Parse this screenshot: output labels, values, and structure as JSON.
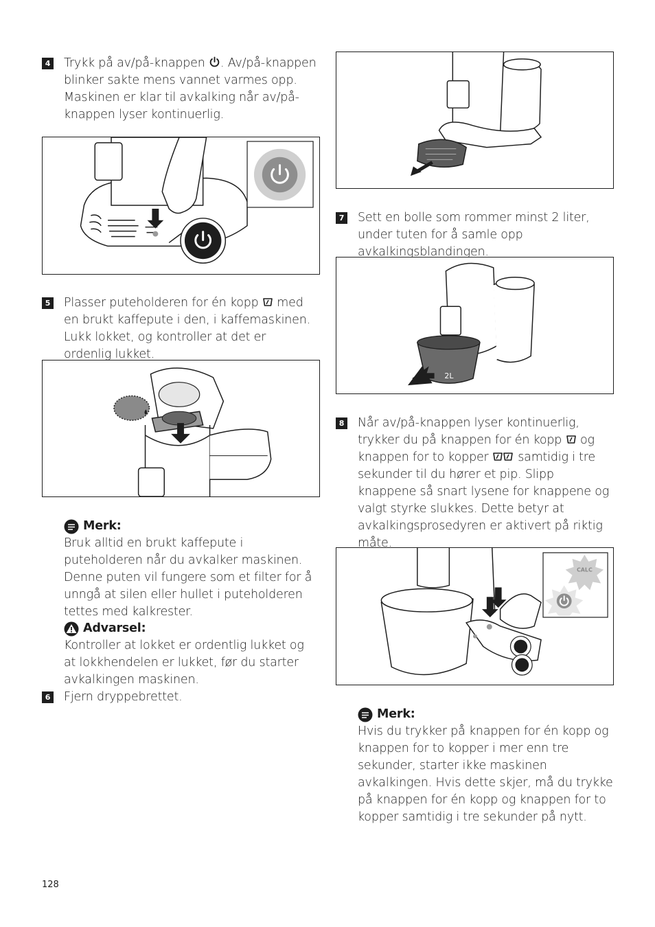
{
  "steps": {
    "s4": {
      "num": "4",
      "text_a": "Trykk på av/på-knappen ",
      "text_b": ". Av/på-knappen blinker sakte mens vannet varmes opp. Maskinen er klar til avkalking når av/på-knappen lyser kontinuerlig."
    },
    "s5": {
      "num": "5",
      "text_a": "Plasser puteholderen for én kopp ",
      "text_b": " med en brukt kaffepute i den, i kaffemaskinen. Lukk lokket, og kontroller at det er ordenlig lukket."
    },
    "s6": {
      "num": "6",
      "text": "Fjern dryppebrettet."
    },
    "s7": {
      "num": "7",
      "text": "Sett en bolle som rommer minst 2 liter, under tuten for å samle opp avkalkingsblandingen."
    },
    "s8": {
      "num": "8",
      "text_a": "Når av/på-knappen lyser kontinuerlig, trykker du på knappen for én kopp ",
      "text_b": " og knappen for to kopper ",
      "text_c": " samtidig i tre sekunder til du hører et pip. Slipp knappene så snart lysene for knappene og valgt styrke slukkes. Dette betyr at avkalkingsprosedyren er aktivert på riktig måte."
    }
  },
  "notes": {
    "merk1": {
      "title": "Merk:",
      "body": "Bruk alltid en brukt kaffepute i puteholderen når du avkalker maskinen. Denne puten vil fungere som et filter for å unngå at silen eller hullet i puteholderen tettes med kalkrester."
    },
    "advarsel": {
      "title": "Advarsel:",
      "body": "Kontroller at lokket er ordentlig lukket og at lokkhendelen er lukket, før du starter avkalkingen maskinen."
    },
    "merk2": {
      "title": "Merk:",
      "body": "Hvis du trykker på knappen for én kopp og knappen for to kopper i mer enn tre sekunder, starter ikke maskinen avkalkingen. Hvis dette skjer, må du trykke på knappen for én kopp og knappen for to kopper samtidig i tre sekunder på nytt."
    }
  },
  "figures": {
    "bowl_label": "2L",
    "calc_label": "CALC"
  },
  "icons": {
    "power": "power-icon",
    "one_cup": "one-cup-icon",
    "two_cups": "two-cups-icon",
    "note": "note-icon",
    "warning": "warning-icon"
  },
  "page": {
    "number": "128"
  }
}
